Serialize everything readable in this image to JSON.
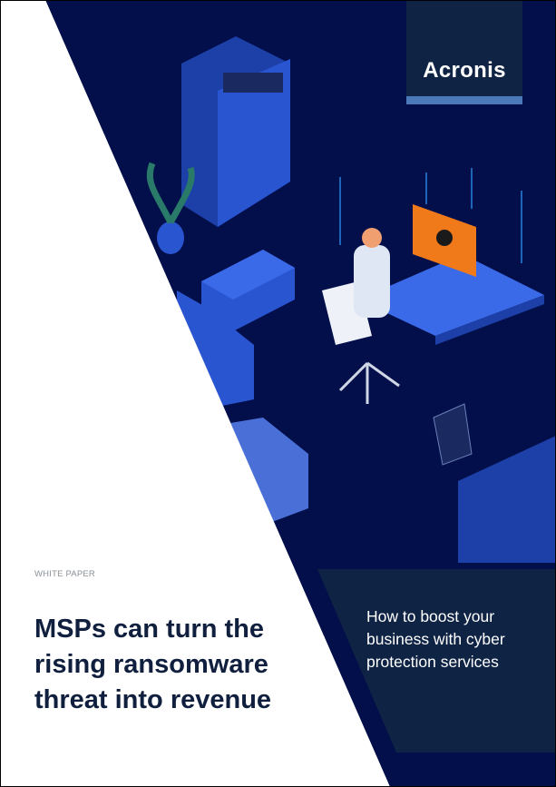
{
  "brand": {
    "logo": "Acronis",
    "colors": {
      "navy": "#020f4a",
      "panel": "#0f2344",
      "accent": "#4a78b8"
    }
  },
  "cover": {
    "eyebrow": "WHITE PAPER",
    "title": [
      "MSPs can turn the",
      "rising ransomware",
      "threat into revenue"
    ],
    "subtitle": [
      "How to boost your",
      "business with cyber",
      "protection services"
    ]
  }
}
